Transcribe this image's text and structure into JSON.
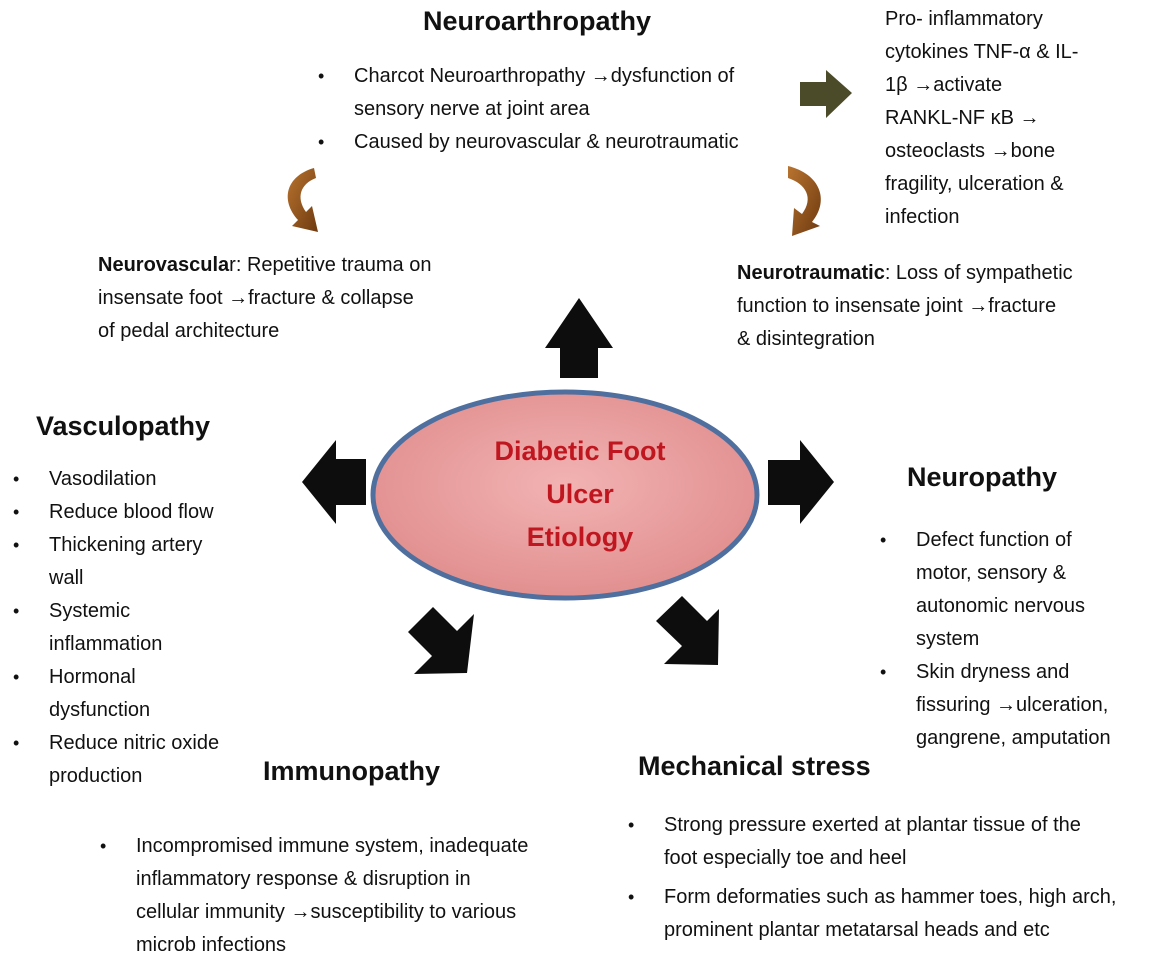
{
  "colors": {
    "ellipse_fill": "#e89c9c",
    "ellipse_stroke": "#4f6f9f",
    "center_text": "#c0161f",
    "block_arrow": "#0d0d0d",
    "curved_arrow": "#8b4513",
    "pointer_arrow": "#4b4b2a"
  },
  "center": {
    "lines": [
      "Diabetic Foot",
      "Ulcer",
      "Etiology"
    ]
  },
  "neuroarthropathy": {
    "title": "Neuroarthropathy",
    "bullet1_a": "Charcot Neuroarthropathy",
    "bullet1_b": "dysfunction of",
    "bullet1_c": "sensory nerve at joint area",
    "bullet2": "Caused by neurovascular & neurotraumatic"
  },
  "cytokines": {
    "line1": "Pro- inflammatory",
    "line2": "cytokines TNF-α & IL-",
    "line3_a": "1β",
    "line3_b": "activate",
    "line4_a": "RANKL-NF κB",
    "line5_a": "osteoclasts",
    "line5_b": "bone",
    "line6": "fragility, ulceration &",
    "line7": "infection"
  },
  "neurovascular": {
    "label_bold": "Neurovascula",
    "label_rest": "r: Repetitive trauma on",
    "line2_a": "insensate foot",
    "line2_b": "fracture & collapse",
    "line3": "of pedal architecture"
  },
  "neurotraumatic": {
    "label_bold": "Neurotraumatic",
    "label_rest": ": Loss of sympathetic",
    "line2_a": "function to insensate joint",
    "line2_b": "fracture",
    "line3": "& disintegration"
  },
  "vasculopathy": {
    "title": "Vasculopathy",
    "items": [
      [
        "Vasodilation"
      ],
      [
        "Reduce blood flow"
      ],
      [
        "Thickening artery",
        "wall"
      ],
      [
        "Systemic",
        "inflammation"
      ],
      [
        "Hormonal",
        "dysfunction"
      ],
      [
        "Reduce nitric oxide",
        "production"
      ]
    ]
  },
  "neuropathy": {
    "title": "Neuropathy",
    "item1": [
      "Defect function of",
      "motor,  sensory &",
      "autonomic nervous",
      "system"
    ],
    "item2_l1": "Skin dryness and",
    "item2_l2a": "fissuring",
    "item2_l2b": "ulceration,",
    "item2_l3": "gangrene, amputation"
  },
  "immunopathy": {
    "title": "Immunopathy",
    "l1": "Incompromised immune system, inadequate",
    "l2": "inflammatory response & disruption in",
    "l3a": "cellular immunity",
    "l3b": "susceptibility to various",
    "l4": "microb infections"
  },
  "mechanical_stress": {
    "title": "Mechanical stress",
    "item1": [
      "Strong pressure exerted at plantar tissue of the",
      "foot especially toe and heel"
    ],
    "item2": [
      "Form deformaties  such as hammer toes, high arch,",
      "prominent plantar metatarsal heads and etc"
    ]
  }
}
